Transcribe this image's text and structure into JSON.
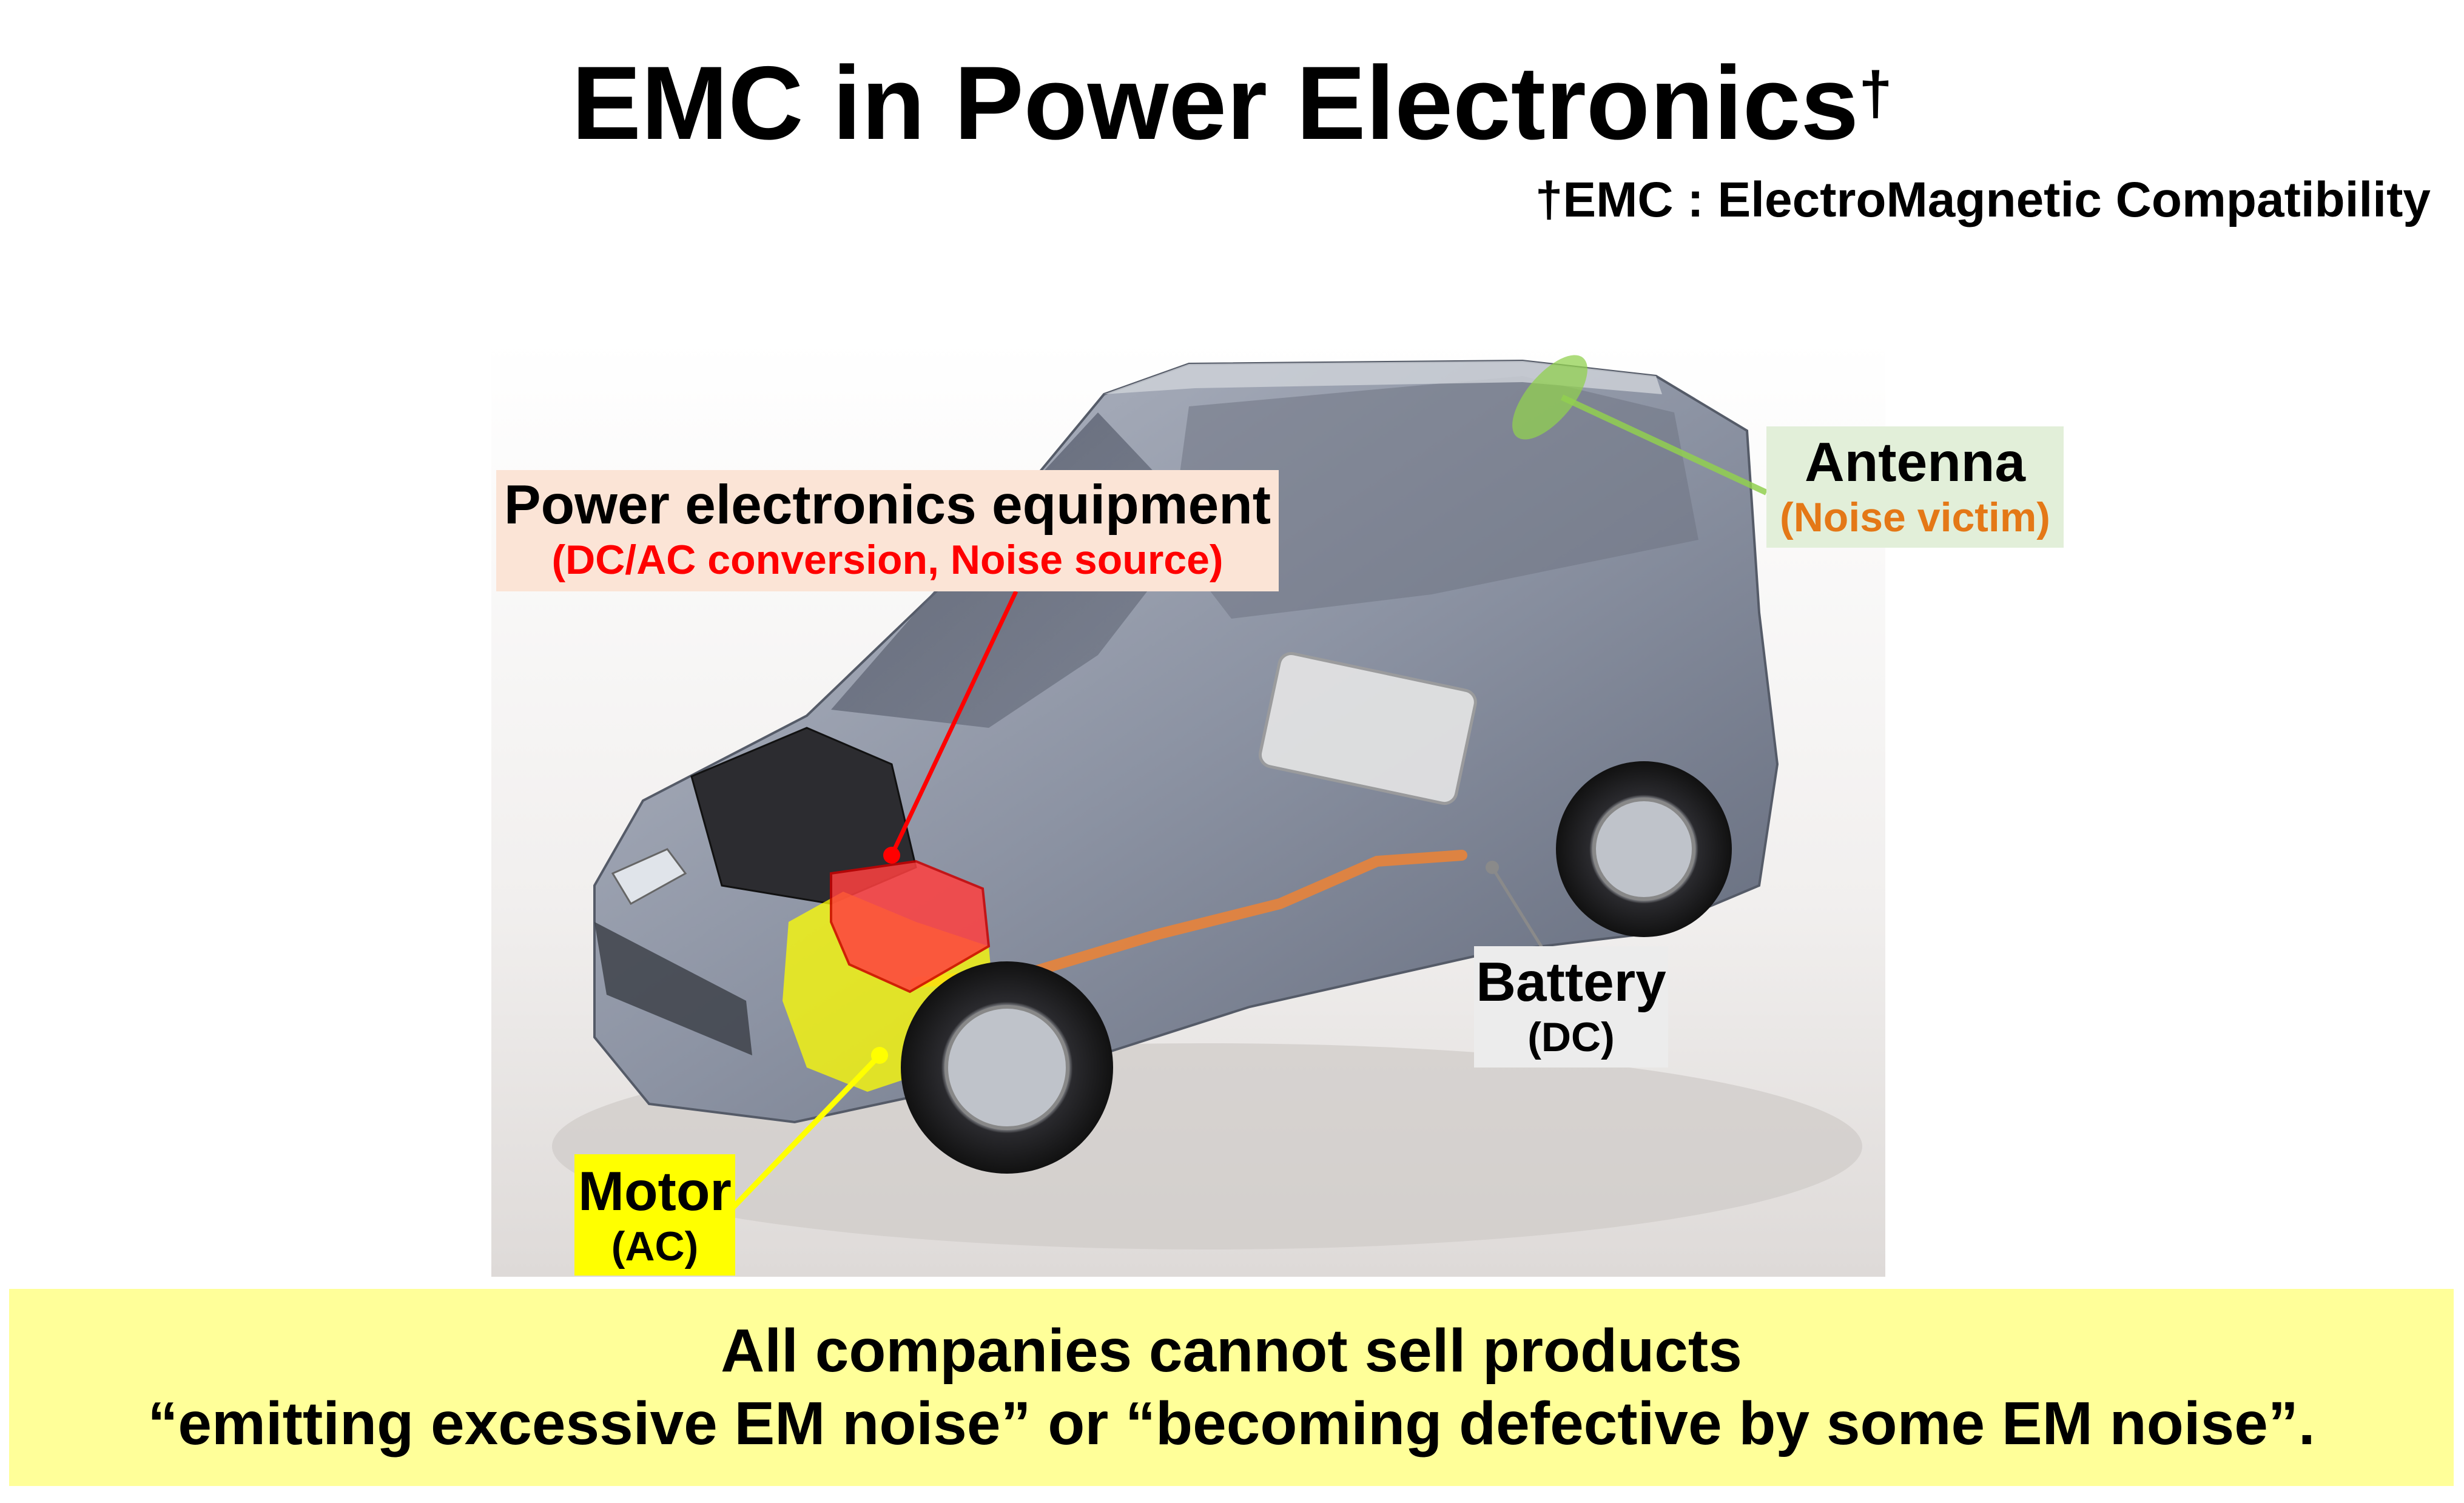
{
  "title": {
    "text": "EMC in Power Electronics",
    "mark": "†"
  },
  "footnote": "†EMC : ElectroMagnetic Compatibility",
  "labels": {
    "power_electronics": {
      "name": "Power electronics equipment",
      "detail": "(DC/AC conversion, Noise source)"
    },
    "antenna": {
      "name": "Antenna",
      "detail": "(Noise victim)"
    },
    "battery": {
      "name": "Battery",
      "detail": "(DC)"
    },
    "motor": {
      "name": "Motor",
      "detail": "(AC)"
    }
  },
  "banner": {
    "line1": "All companies cannot sell products",
    "line2": "“emitting excessive EM noise” or “becoming defective by some EM noise”."
  },
  "colors": {
    "noise_source": "#ff0000",
    "noise_victim": "#e47817",
    "motor_highlight": "#ffff00",
    "antenna_highlight": "#92d050",
    "banner_background": "#ffff99",
    "car_body": "#8c93a3"
  }
}
